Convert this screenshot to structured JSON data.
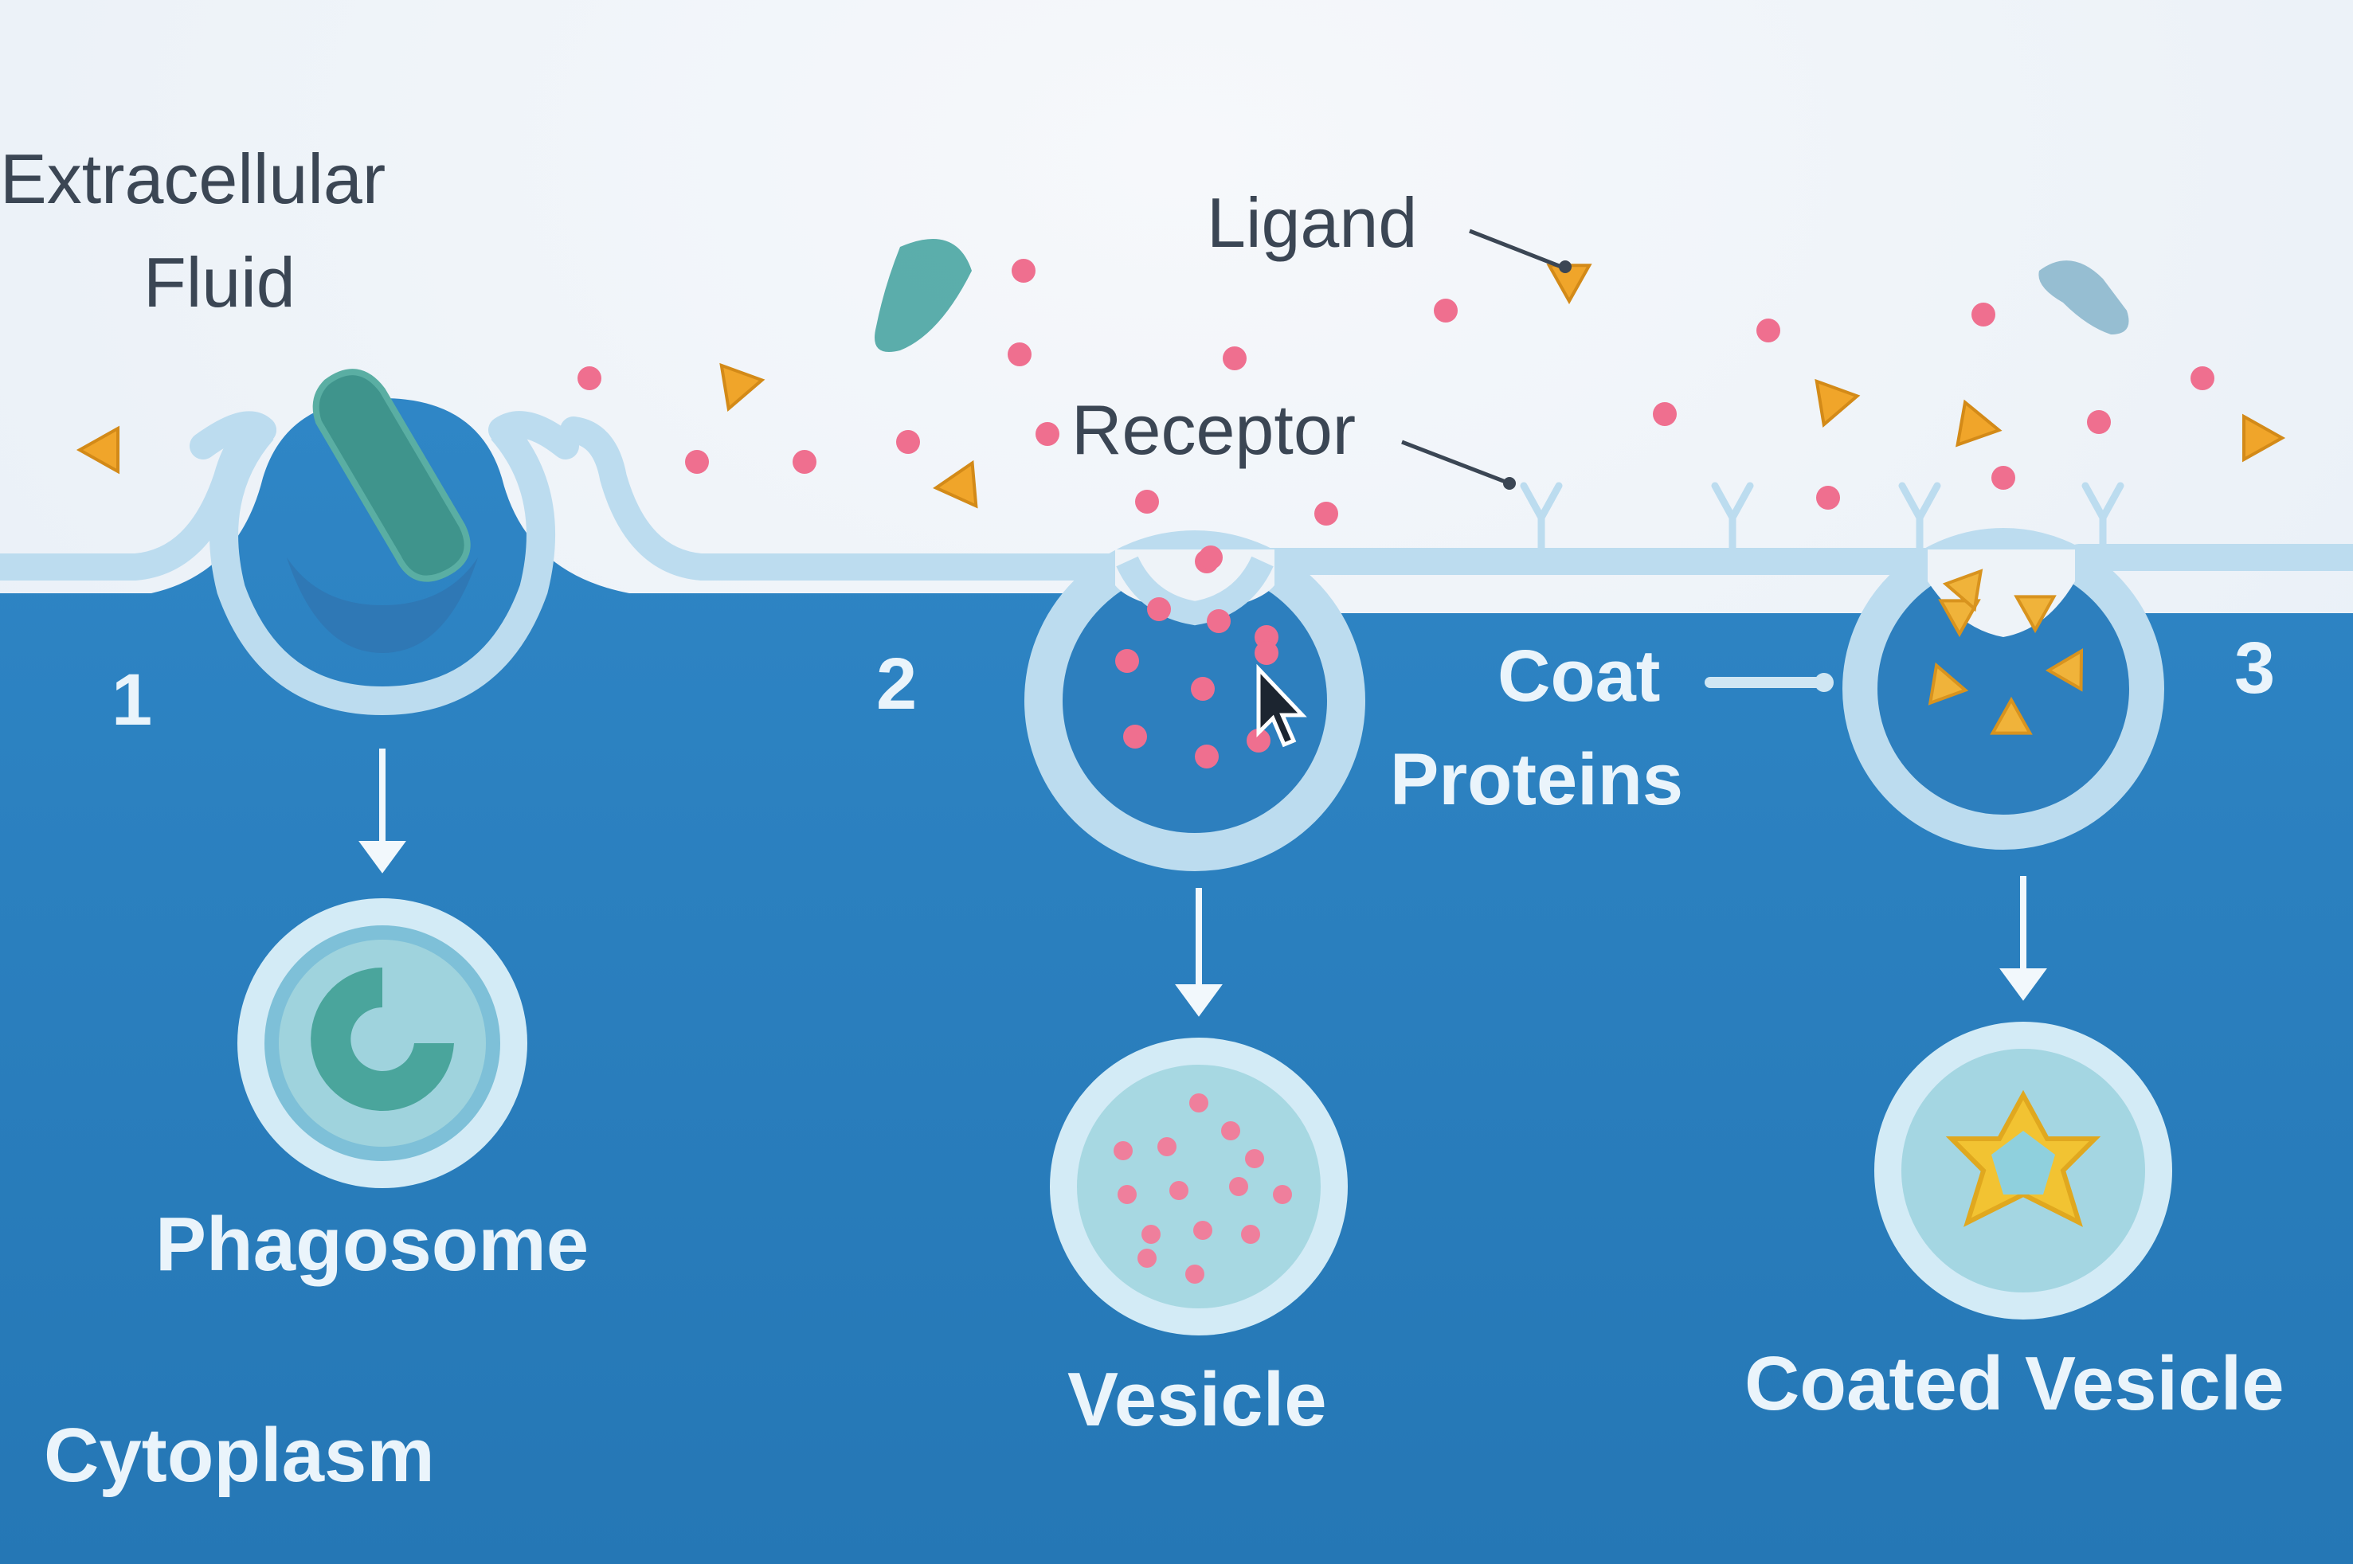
{
  "labels": {
    "extracellular_line1": "Extracellular",
    "extracellular_line2": "Fluid",
    "ligand": "Ligand",
    "receptor": "Receptor",
    "coat_line1": "Coat",
    "coat_line2": "Proteins",
    "step1": "1",
    "step2": "2",
    "step3": "3",
    "phagosome": "Phagosome",
    "vesicle": "Vesicle",
    "coated_vesicle": "Coated Vesicle",
    "cytoplasm": "Cytoplasm"
  },
  "colors": {
    "fluid": "#eef3f8",
    "cytoplasm": "#2f86c6",
    "membrane": "#bcdcef",
    "membrane_edge": "#e7f3fa",
    "ligand_dot": "#ef6f8f",
    "triangle": "#f0a52a",
    "bacterium": "#3f948c",
    "label_dark": "#3b4654",
    "label_light": "#eaf4fb"
  },
  "icons": [
    "pointer-cursor-icon"
  ]
}
